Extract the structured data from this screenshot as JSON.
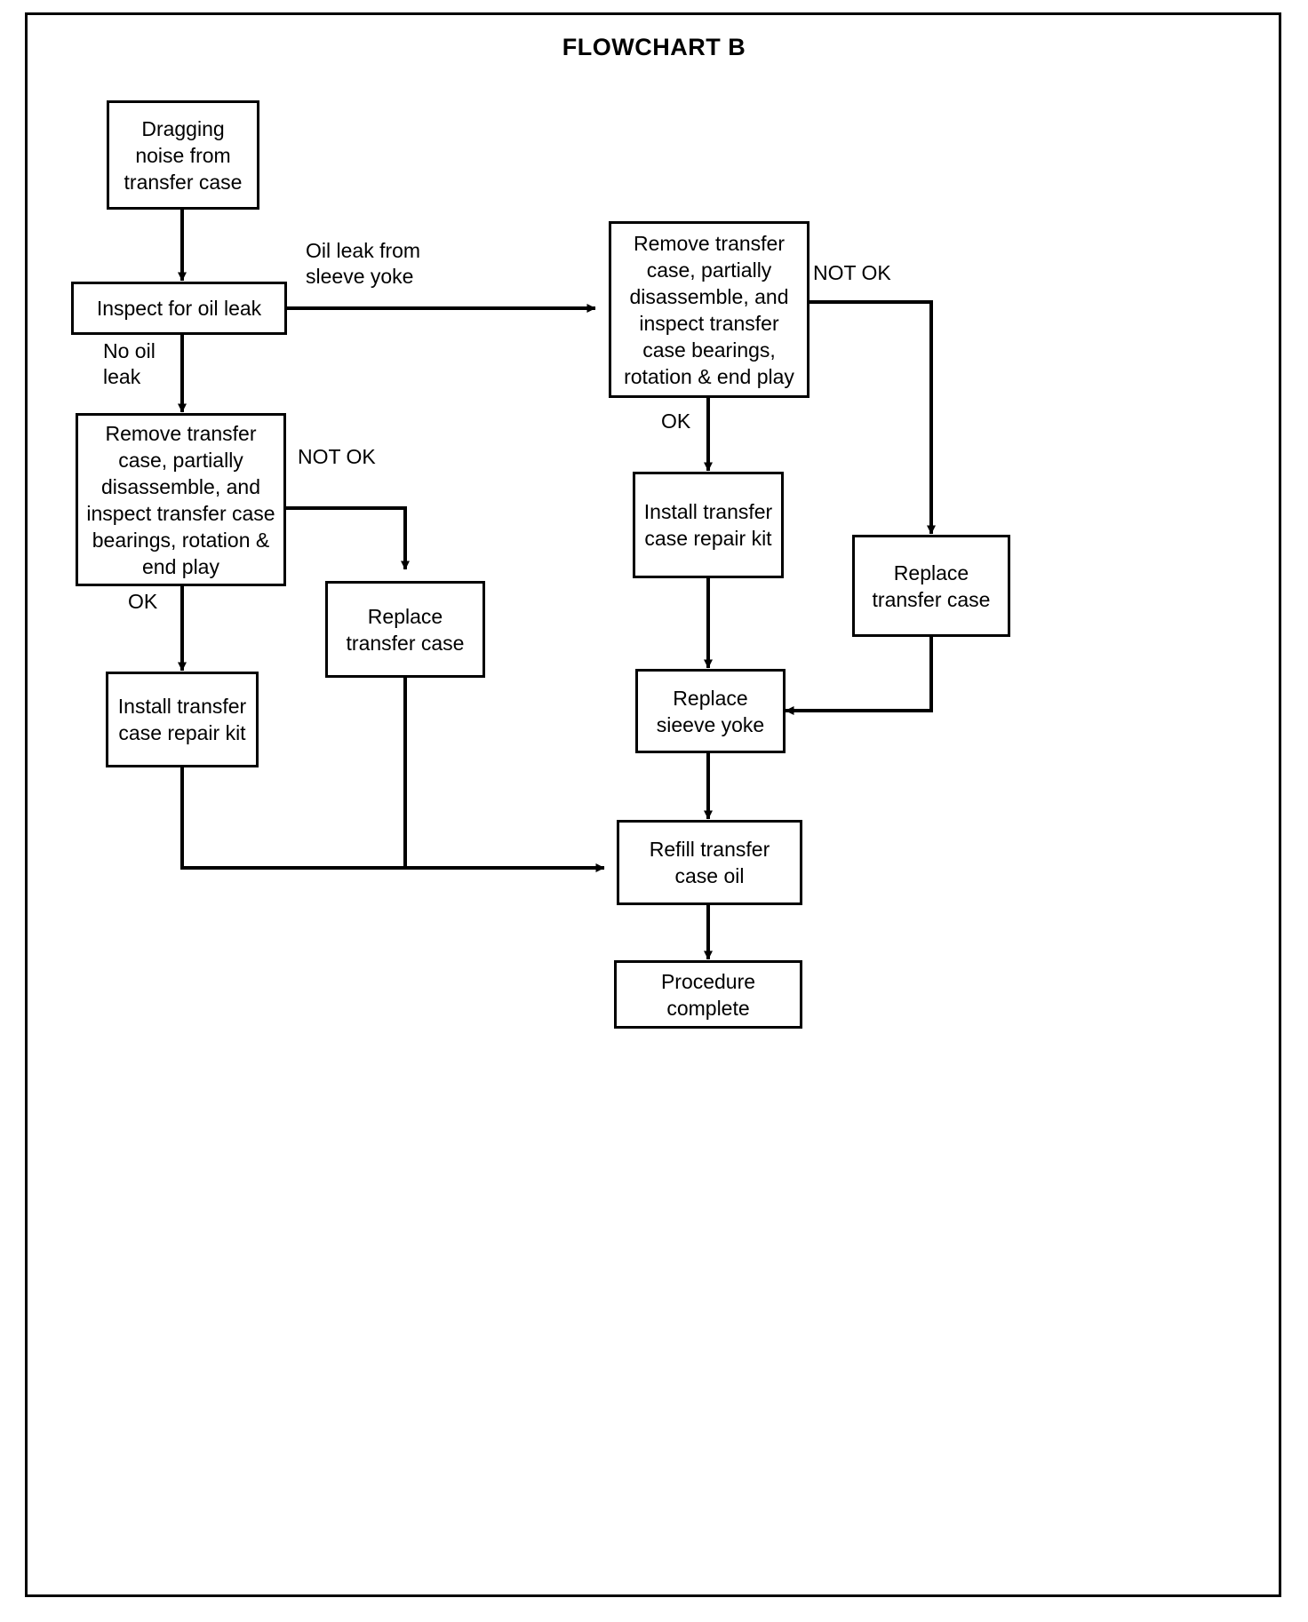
{
  "page": {
    "title": "FLOWCHART B",
    "background_color": "#ffffff",
    "line_color": "#000000"
  },
  "chart_data": {
    "type": "diagram",
    "diagram_kind": "flowchart",
    "title": "FLOWCHART B",
    "nodes": [
      {
        "id": "start",
        "label": "Dragging\nnoise from\ntransfer case"
      },
      {
        "id": "inspect_oil",
        "label": "Inspect for oil leak"
      },
      {
        "id": "remove_left",
        "label": "Remove transfer\ncase, partially\ndisassemble, and\ninspect transfer case\nbearings, rotation &\nend play"
      },
      {
        "id": "replace_case_left",
        "label": "Replace\ntransfer case"
      },
      {
        "id": "install_kit_left",
        "label": "Install transfer\ncase repair kit"
      },
      {
        "id": "remove_right",
        "label": "Remove transfer\ncase, partially\ndisassemble, and\ninspect transfer\ncase bearings,\nrotation & end play"
      },
      {
        "id": "install_kit_right",
        "label": "Install transfer\ncase repair kit"
      },
      {
        "id": "replace_case_right",
        "label": "Replace\ntransfer case"
      },
      {
        "id": "replace_yoke",
        "label": "Replace\nsieeve yoke"
      },
      {
        "id": "refill_oil",
        "label": "Refill transfer\ncase oil"
      },
      {
        "id": "complete",
        "label": "Procedure\ncomplete"
      }
    ],
    "edges": [
      {
        "from": "start",
        "to": "inspect_oil",
        "label": ""
      },
      {
        "from": "inspect_oil",
        "to": "remove_right",
        "label": "Oil leak from\nsleeve yoke"
      },
      {
        "from": "inspect_oil",
        "to": "remove_left",
        "label": "No oil\nleak"
      },
      {
        "from": "remove_left",
        "to": "replace_case_left",
        "label": "NOT OK"
      },
      {
        "from": "remove_left",
        "to": "install_kit_left",
        "label": "OK"
      },
      {
        "from": "remove_right",
        "to": "replace_case_right",
        "label": "NOT OK"
      },
      {
        "from": "remove_right",
        "to": "install_kit_right",
        "label": "OK"
      },
      {
        "from": "install_kit_left",
        "to": "refill_oil",
        "label": ""
      },
      {
        "from": "replace_case_left",
        "to": "refill_oil",
        "label": ""
      },
      {
        "from": "install_kit_right",
        "to": "replace_yoke",
        "label": ""
      },
      {
        "from": "replace_case_right",
        "to": "replace_yoke",
        "label": ""
      },
      {
        "from": "replace_yoke",
        "to": "refill_oil",
        "label": ""
      },
      {
        "from": "refill_oil",
        "to": "complete",
        "label": ""
      }
    ]
  },
  "labels": {
    "oil_leak_from_sleeve_yoke": "Oil leak from\nsleeve yoke",
    "no_oil_leak": "No oil\nleak",
    "not_ok_left": "NOT OK",
    "ok_left": "OK",
    "not_ok_right": "NOT OK",
    "ok_right": "OK"
  },
  "nodes": {
    "start": "Dragging\nnoise from\ntransfer case",
    "inspect_oil": "Inspect for oil leak",
    "remove_left": "Remove transfer\ncase, partially\ndisassemble, and\ninspect transfer case\nbearings, rotation &\nend play",
    "replace_case_left": "Replace\ntransfer case",
    "install_kit_left": "Install transfer\ncase repair kit",
    "remove_right": "Remove transfer\ncase, partially\ndisassemble, and\ninspect transfer\ncase bearings,\nrotation & end play",
    "install_kit_right": "Install transfer\ncase repair kit",
    "replace_case_right": "Replace\ntransfer case",
    "replace_yoke": "Replace\nsieeve yoke",
    "refill_oil": "Refill transfer\ncase oil",
    "complete": "Procedure\ncomplete"
  }
}
